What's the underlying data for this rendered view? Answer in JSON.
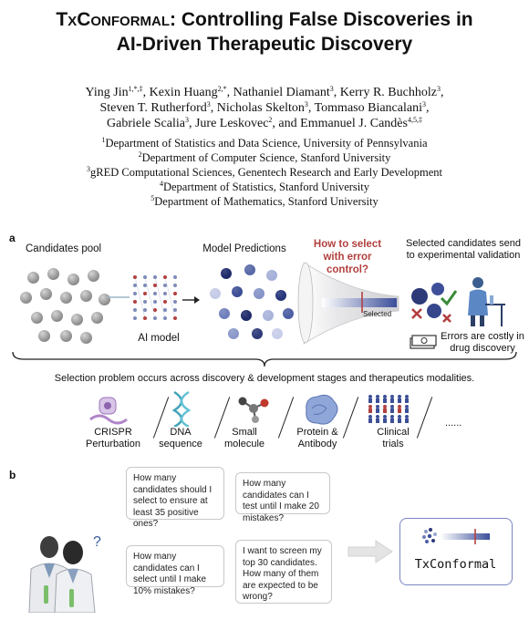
{
  "paper": {
    "title_small_caps": "TxConformal",
    "title_line1_rest": ": Controlling False Discoveries in",
    "title_line2": "AI-Driven Therapeutic Discovery",
    "authors": [
      {
        "name": "Ying Jin",
        "sup": "1,*,‡"
      },
      {
        "name": "Kexin Huang",
        "sup": "2,*"
      },
      {
        "name": "Nathaniel Diamant",
        "sup": "3"
      },
      {
        "name": "Kerry R. Buchholz",
        "sup": "3"
      },
      {
        "name": "Steven T. Rutherford",
        "sup": "3"
      },
      {
        "name": "Nicholas Skelton",
        "sup": "3"
      },
      {
        "name": "Tommaso Biancalani",
        "sup": "3"
      },
      {
        "name": "Gabriele Scalia",
        "sup": "3"
      },
      {
        "name": "Jure Leskovec",
        "sup": "2"
      },
      {
        "name": "Emmanuel J. Candès",
        "sup": "4,5,‡"
      }
    ],
    "affiliations": [
      {
        "sup": "1",
        "text": "Department of Statistics and Data Science, University of Pennsylvania"
      },
      {
        "sup": "2",
        "text": "Department of Computer Science, Stanford University"
      },
      {
        "sup": "3",
        "text": "gRED Computational Sciences, Genentech Research and Early Development"
      },
      {
        "sup": "4",
        "text": "Department of Statistics, Stanford University"
      },
      {
        "sup": "5",
        "text": "Department of Mathematics, Stanford University"
      }
    ]
  },
  "figure": {
    "panel_a": "a",
    "panel_b": "b",
    "candidates_pool": "Candidates pool",
    "ai_model": "AI model",
    "model_predictions": "Model Predictions",
    "how_to_select_1": "How to select",
    "how_to_select_2": "with error control?",
    "selected": "Selected",
    "selected_send_1": "Selected candidates send",
    "selected_send_2": "to experimental validation",
    "errors_costly_1": "Errors are costly in",
    "errors_costly_2": "drug discovery",
    "selection_problem": "Selection problem occurs across discovery & development stages and therapeutics modalities.",
    "modalities": [
      {
        "line1": "CRISPR",
        "line2": "Perturbation"
      },
      {
        "line1": "DNA",
        "line2": "sequence"
      },
      {
        "line1": "Small",
        "line2": "molecule"
      },
      {
        "line1": "Protein &",
        "line2": "Antibody"
      },
      {
        "line1": "Clinical",
        "line2": "trials"
      }
    ],
    "ellipsis": "......",
    "questions": [
      "How many candidates should I select to ensure at least 35 positive ones?",
      "How many candidates can I test until I make 20 mistakes?",
      "How many candidates can I select until I make 10% mistakes?",
      "I want to screen my top 30 candidates. How many of them are expected to be wrong?"
    ],
    "question_mark": "?",
    "tool_name": "TxConformal",
    "colors": {
      "accent_red": "#b2403f",
      "navy": "#2d3a78",
      "box_border": "#7b86c4"
    }
  }
}
